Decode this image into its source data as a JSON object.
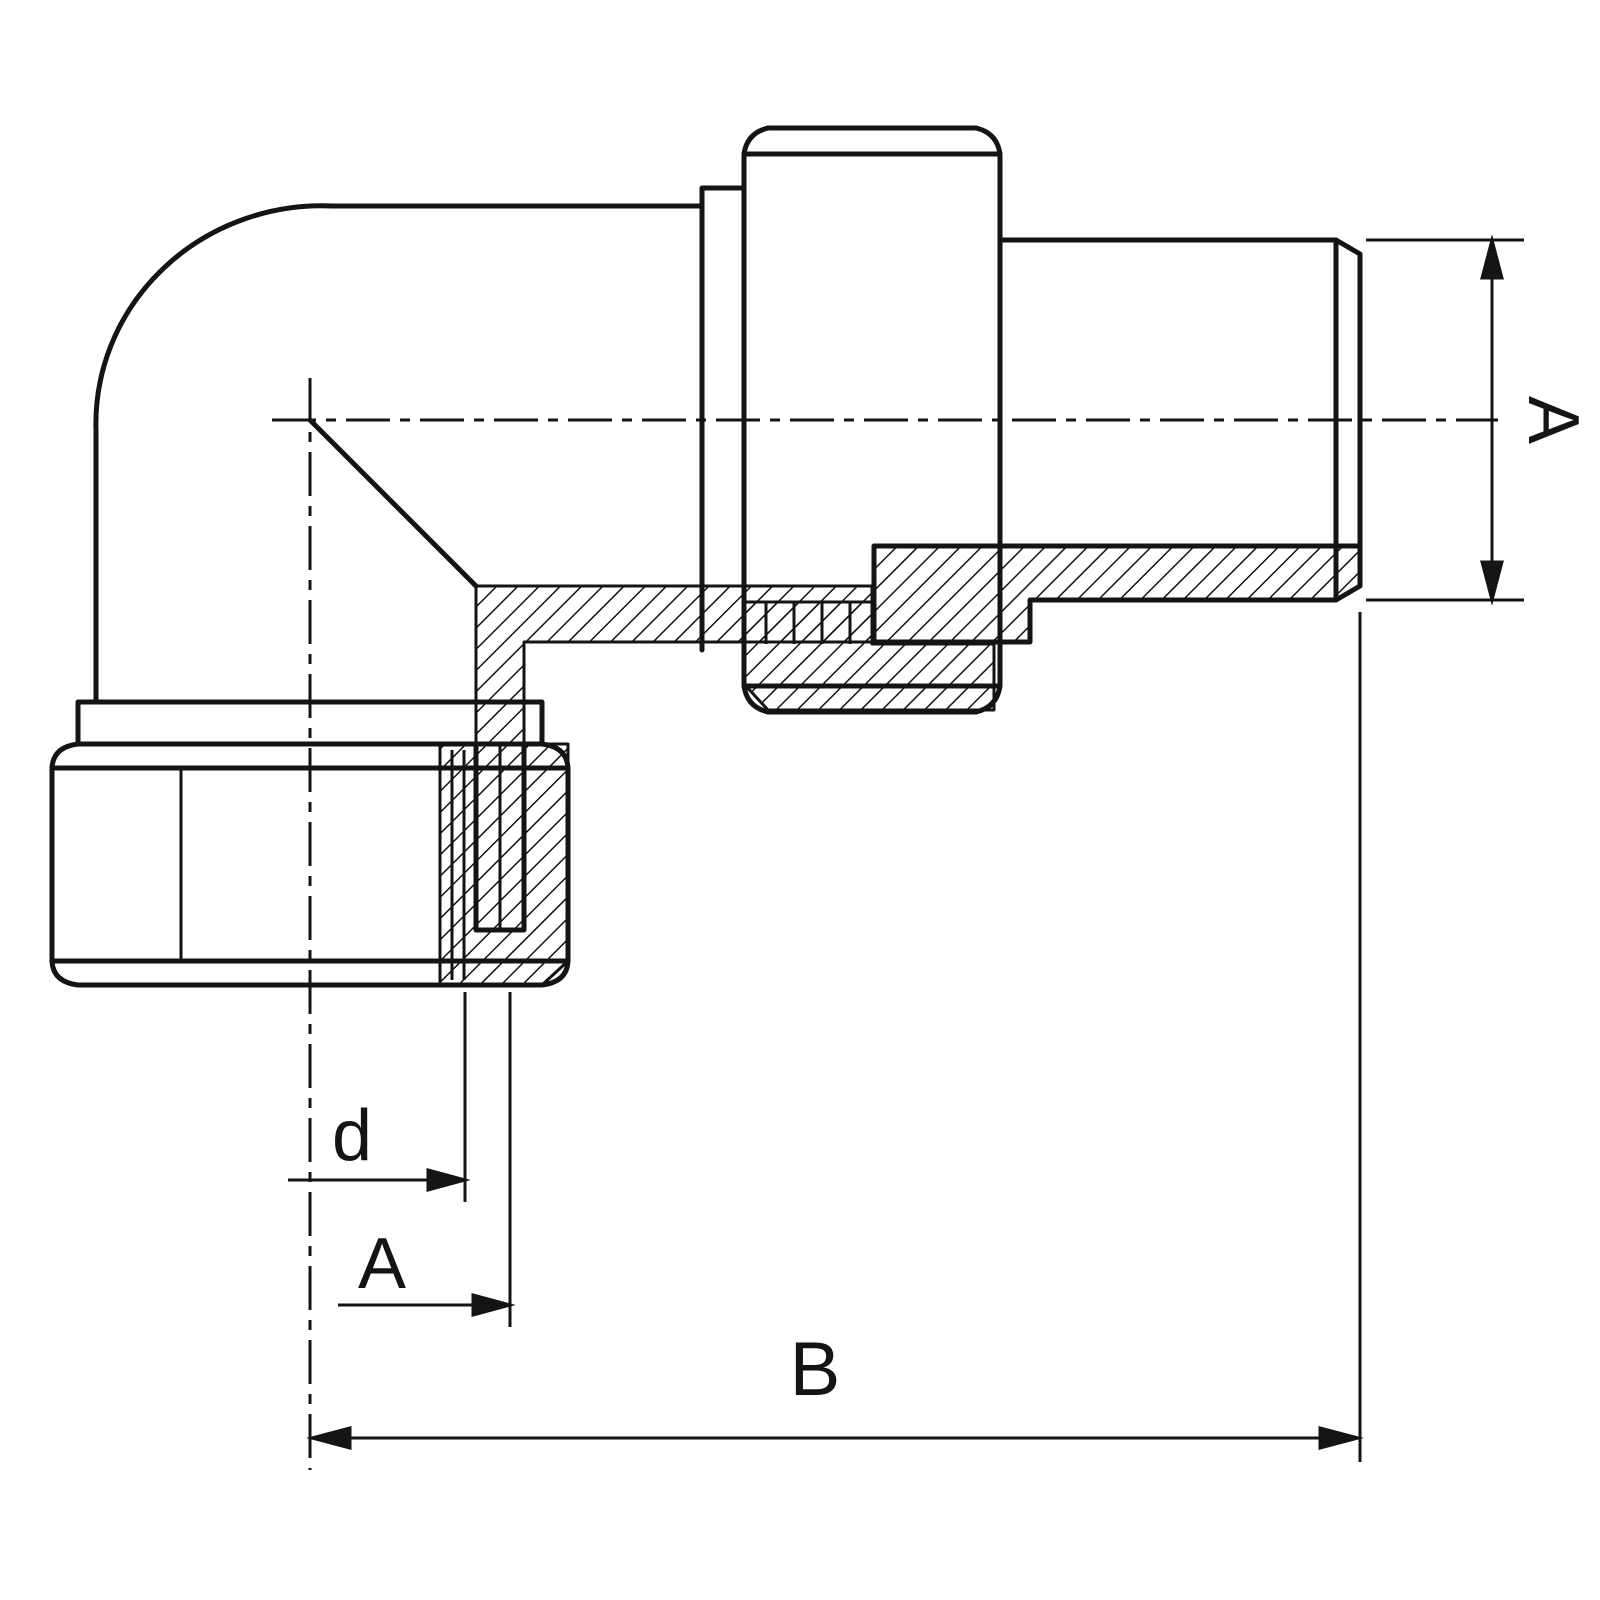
{
  "drawing": {
    "labels": {
      "dim_d": "d",
      "dim_a_bottom": "A",
      "dim_b": "B",
      "dim_a_right": "A"
    },
    "colors": {
      "line": "#141414",
      "background": "#ffffff"
    }
  }
}
